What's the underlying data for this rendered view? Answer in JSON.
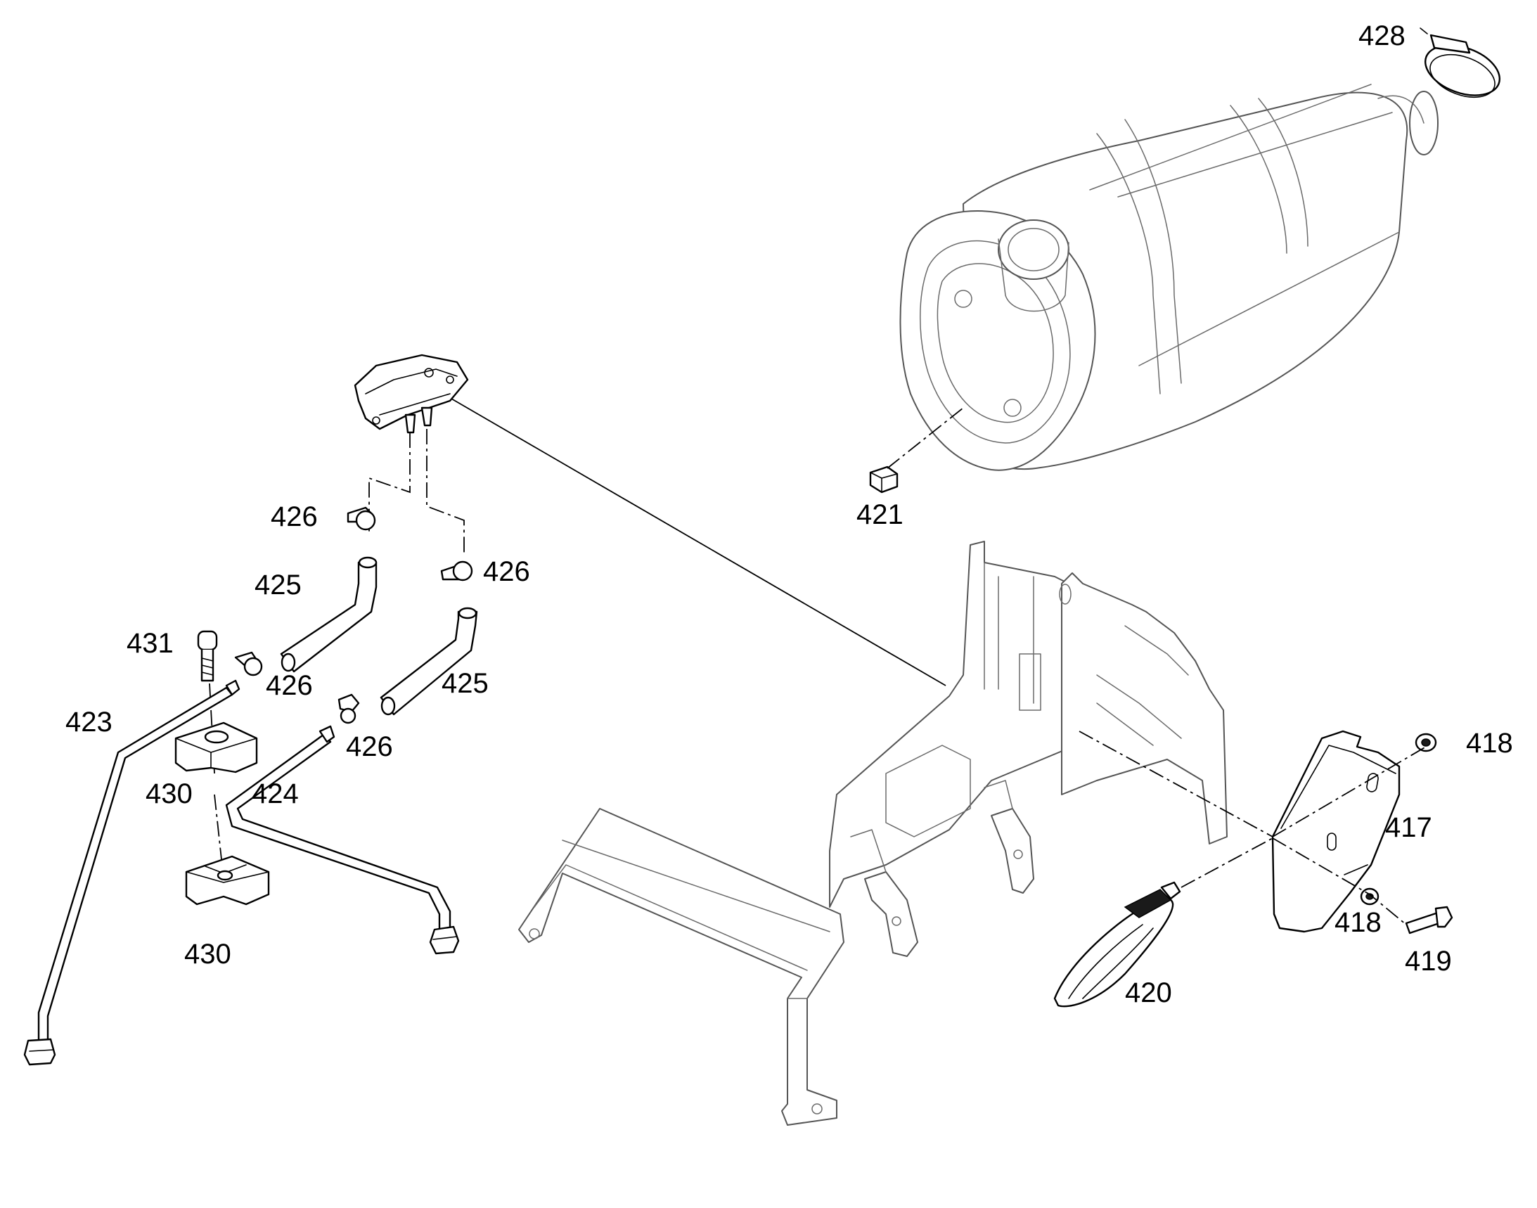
{
  "callouts": {
    "c417": "417",
    "c418a": "418",
    "c418b": "418",
    "c419": "419",
    "c420": "420",
    "c421": "421",
    "c423": "423",
    "c424": "424",
    "c425a": "425",
    "c425b": "425",
    "c426a": "426",
    "c426b": "426",
    "c426c": "426",
    "c426d": "426",
    "c428": "428",
    "c430a": "430",
    "c430b": "430",
    "c431": "431"
  }
}
